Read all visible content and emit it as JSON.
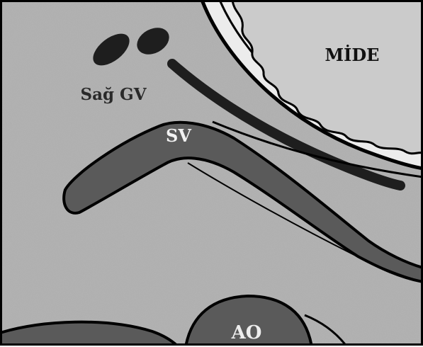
{
  "diagram": {
    "labels": {
      "stomach": "MİDE",
      "right_gastric_vein": "Sağ GV",
      "splenic_vein": "SV",
      "aorta": "AO"
    },
    "colors": {
      "background": "#b8b8b8",
      "outline": "#000000",
      "stomach_wall": "#ececec",
      "stomach_lumen": "#cbcbcb",
      "vessel_fill": "#5a5a5a",
      "dark_structures": "#1e1e1e",
      "gv_label": "#2a2a2a",
      "sv_label": "#f2f2f2",
      "stomach_label": "#111111",
      "aorta_label": "#ededed"
    }
  }
}
